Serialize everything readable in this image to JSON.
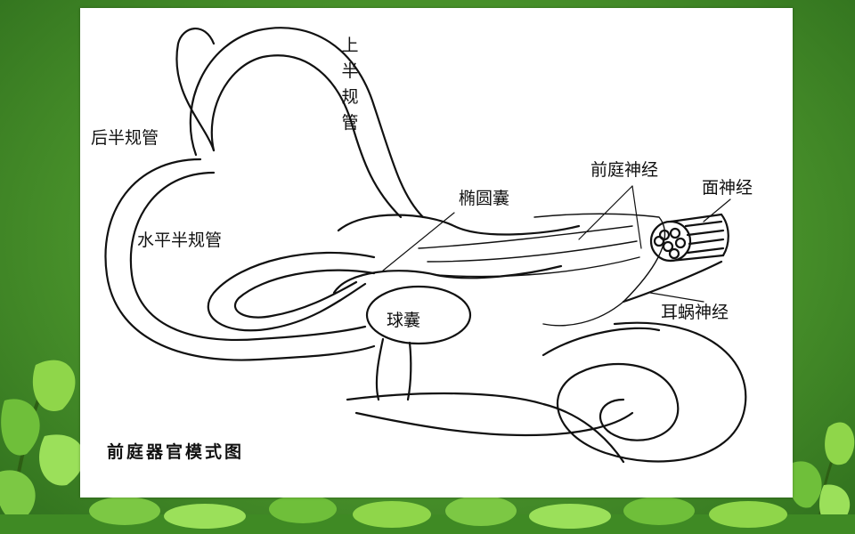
{
  "diagram": {
    "labels": {
      "superior_canal": "上半规管",
      "posterior_canal": "后半规管",
      "horizontal_canal": "水平半规管",
      "utricle": "椭圆囊",
      "saccule": "球囊",
      "vestibular_nerve": "前庭神经",
      "facial_nerve": "面神经",
      "cochlear_nerve": "耳蜗神经"
    },
    "caption": "前庭器官模式图"
  },
  "colors": {
    "background": "#4f9a2e",
    "card": "#ffffff",
    "ink": "#111111",
    "leaf": "#6fbf3a"
  }
}
